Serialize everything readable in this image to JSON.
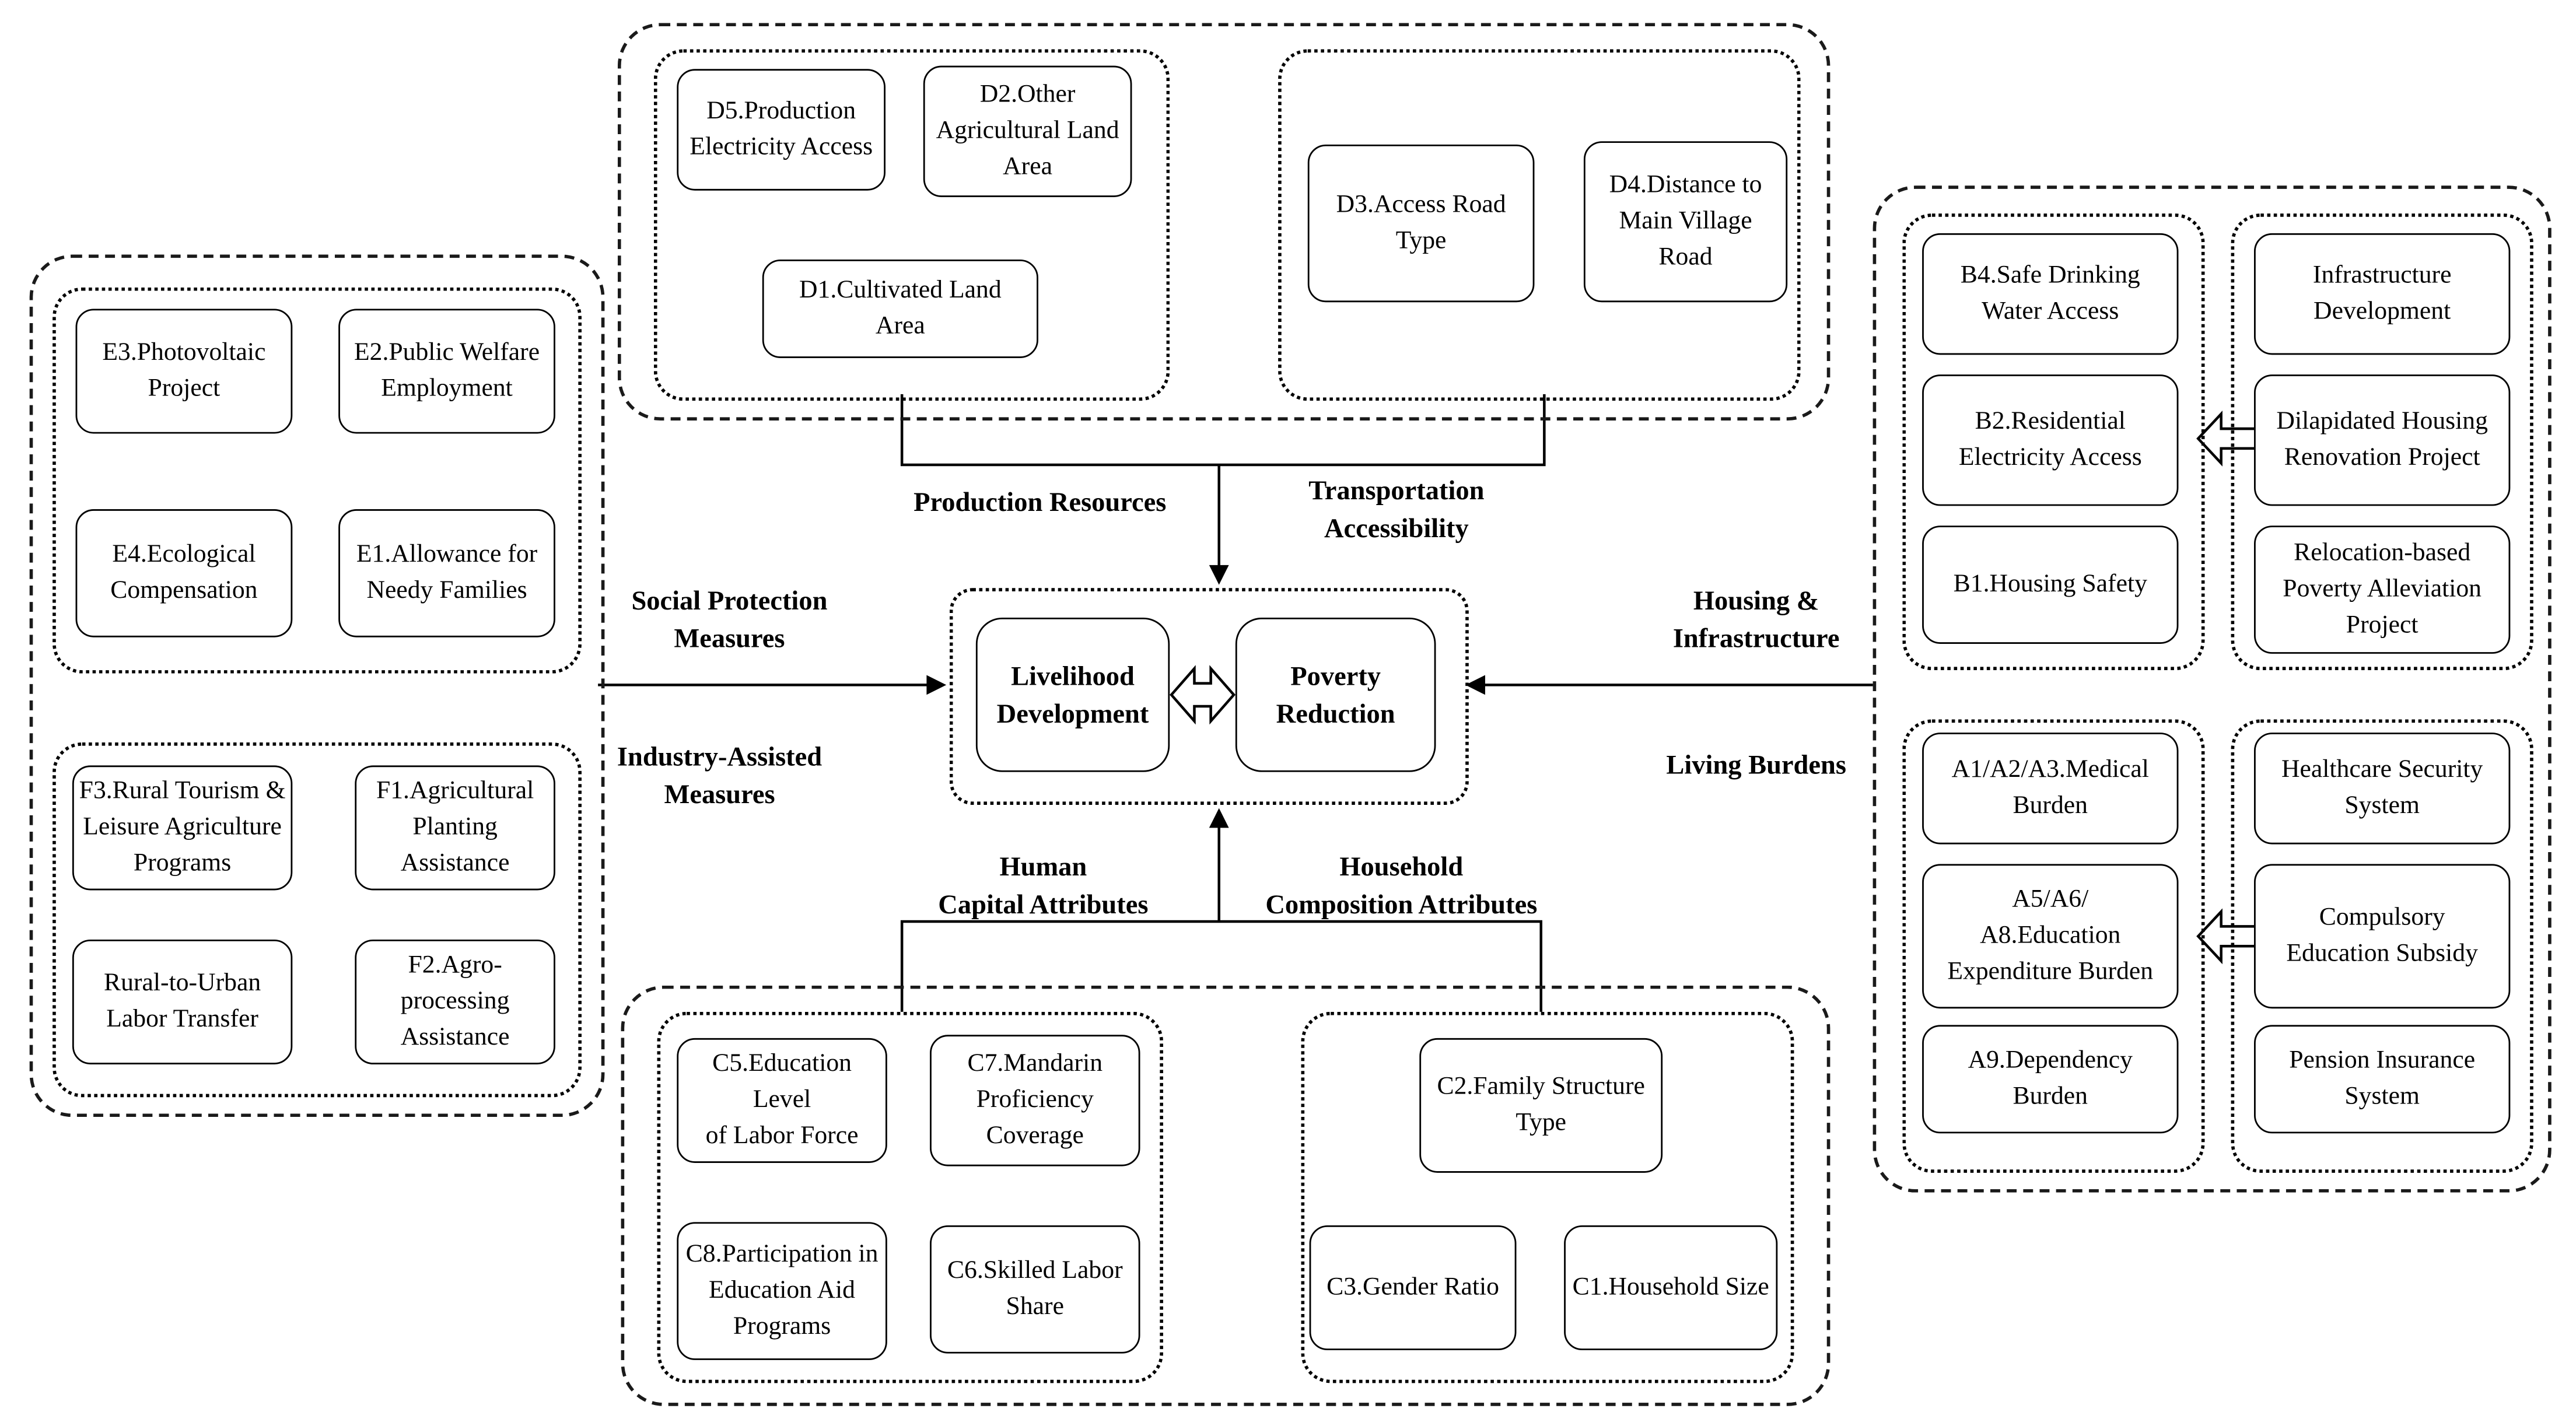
{
  "diagram": {
    "center": {
      "livelihood": "Livelihood\nDevelopment",
      "poverty": "Poverty\nReduction"
    },
    "edge_labels": {
      "production_resources": "Production Resources",
      "transportation_accessibility": "Transportation\nAccessibility",
      "social_protection_measures": "Social Protection\nMeasures",
      "industry_assisted_measures": "Industry-Assisted\nMeasures",
      "housing_infrastructure": "Housing &\nInfrastructure",
      "living_burdens": "Living Burdens",
      "human_capital_attributes": "Human\nCapital Attributes",
      "household_composition_attributes": "Household\nComposition Attributes"
    },
    "production": {
      "d5": "D5.Production\nElectricity Access",
      "d2": "D2.Other\nAgricultural Land\nArea",
      "d1": "D1.Cultivated Land\nArea"
    },
    "transportation": {
      "d3": "D3.Access Road\nType",
      "d4": "D4.Distance to\nMain Village\nRoad"
    },
    "social": {
      "e3": "E3.Photovoltaic\nProject",
      "e2": "E2.Public Welfare\nEmployment",
      "e4": "E4.Ecological\nCompensation",
      "e1": "E1.Allowance for\nNeedy Families"
    },
    "industry": {
      "f3": "F3.Rural Tourism &\nLeisure Agriculture\nPrograms",
      "f1": "F1.Agricultural\nPlanting\nAssistance",
      "rural_to_urban": "Rural-to-Urban\nLabor Transfer",
      "f2": "F2.Agro-\nprocessing\nAssistance"
    },
    "housing": {
      "b4": "B4.Safe Drinking\nWater Access",
      "b2": "B2.Residential\nElectricity Access",
      "b1": "B1.Housing Safety",
      "infrastructure_development": "Infrastructure\nDevelopment",
      "dilapidated_housing": "Dilapidated Housing\nRenovation Project",
      "relocation_based": "Relocation-based\nPoverty Alleviation\nProject"
    },
    "living": {
      "a123": "A1/A2/A3.Medical\nBurden",
      "a568": "A5/A6/\nA8.Education\nExpenditure Burden",
      "a9": "A9.Dependency\nBurden",
      "healthcare": "Healthcare Security\nSystem",
      "compulsory": "Compulsory\nEducation Subsidy",
      "pension": "Pension Insurance\nSystem"
    },
    "human_capital": {
      "c5": "C5.Education Level\nof Labor Force",
      "c7": "C7.Mandarin\nProficiency\nCoverage",
      "c8": "C8.Participation in\nEducation Aid\nPrograms",
      "c6": "C6.Skilled Labor\nShare"
    },
    "household": {
      "c2": "C2.Family Structure\nType",
      "c3": "C3.Gender Ratio",
      "c1": "C1.Household Size"
    }
  }
}
